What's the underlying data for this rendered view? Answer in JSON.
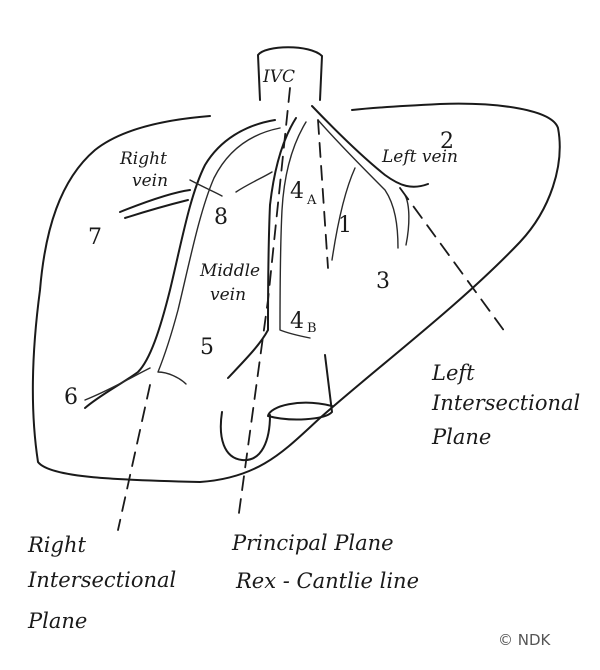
{
  "labels": {
    "ivc": "IVC",
    "right_vein": [
      "Right",
      "vein"
    ],
    "left_vein": "Left vein",
    "middle_vein": [
      "Middle",
      "vein"
    ],
    "segments": [
      "1",
      "2",
      "3",
      "4",
      "A",
      "4",
      "B",
      "5",
      "6",
      "7",
      "8"
    ],
    "left_plane": [
      "Left",
      "Intersectional",
      "Plane"
    ],
    "right_plane": [
      "Right",
      "Intersectional",
      "Plane"
    ],
    "principal_plane": [
      "Principal Plane",
      "Rex - Cantlie line"
    ],
    "copyright": "© NDK"
  }
}
